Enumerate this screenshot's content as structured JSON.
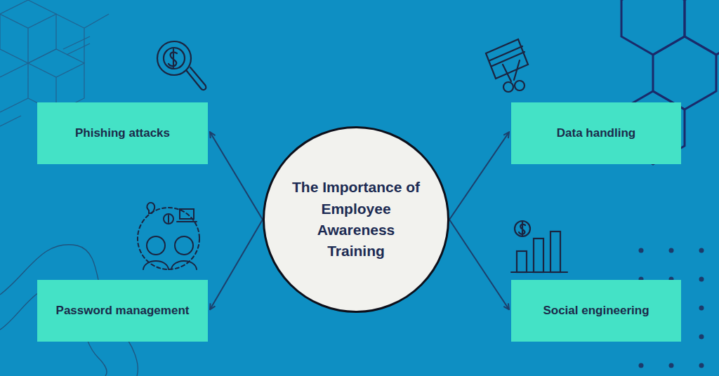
{
  "diagram": {
    "nodes": [
      {
        "text": [
          "The Importance of Employee Awareness Training"
        ]
      },
      {
        "text": [
          "Phishing attacks"
        ]
      },
      {
        "text": [
          "Password management"
        ]
      },
      {
        "text": [
          "Data handling"
        ]
      },
      {
        "text": [
          "Social engineering"
        ]
      }
    ],
    "edges": [
      {
        "from": 0,
        "to": 1,
        "arrow": "to"
      },
      {
        "from": 0,
        "to": 2,
        "arrow": "to"
      },
      {
        "from": 0,
        "to": 3,
        "arrow": "to"
      },
      {
        "from": 0,
        "to": 4,
        "arrow": "to"
      }
    ]
  }
}
